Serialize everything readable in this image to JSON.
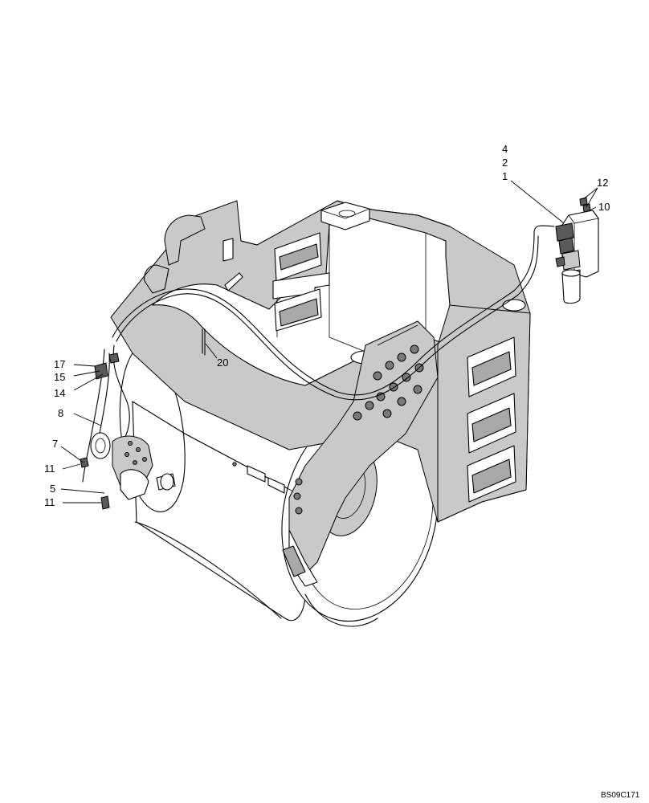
{
  "diagram": {
    "reference_code": "BS09C171",
    "callouts": [
      {
        "id": "c4",
        "text": "4"
      },
      {
        "id": "c2",
        "text": "2"
      },
      {
        "id": "c1",
        "text": "1"
      },
      {
        "id": "c12",
        "text": "12"
      },
      {
        "id": "c10",
        "text": "10"
      },
      {
        "id": "c20",
        "text": "20"
      },
      {
        "id": "c17",
        "text": "17"
      },
      {
        "id": "c15",
        "text": "15"
      },
      {
        "id": "c14",
        "text": "14"
      },
      {
        "id": "c8",
        "text": "8"
      },
      {
        "id": "c7",
        "text": "7"
      },
      {
        "id": "c11a",
        "text": "11"
      },
      {
        "id": "c5",
        "text": "5"
      },
      {
        "id": "c11b",
        "text": "11"
      }
    ]
  }
}
